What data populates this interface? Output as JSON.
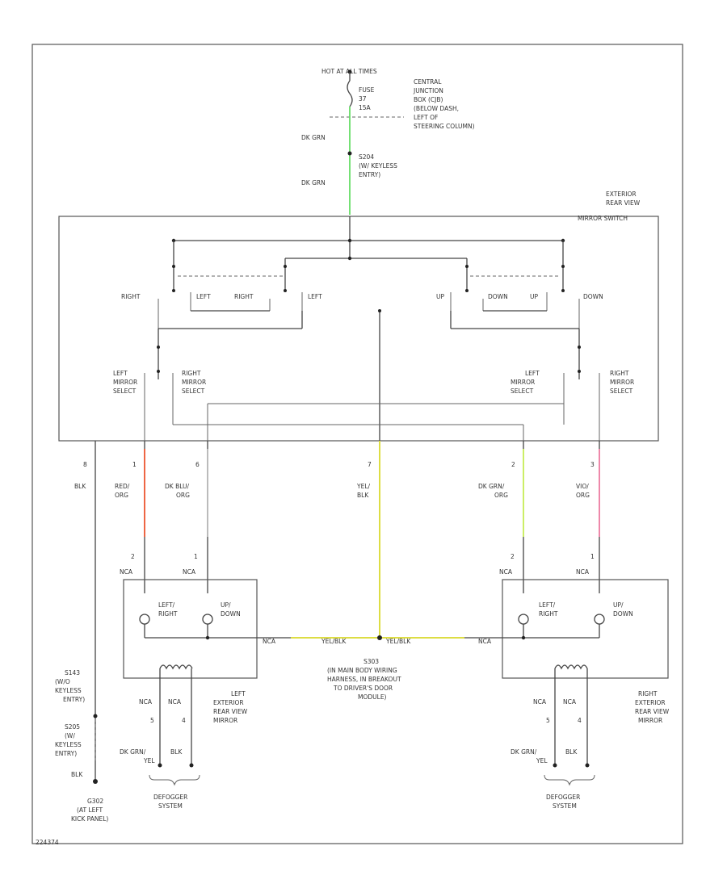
{
  "colors": {
    "wire_default": "#444444",
    "dk_grn": "#66dd66",
    "red_org": "#ee6644",
    "yel_blk": "#dddd44",
    "dk_grn_org": "#ccee66",
    "vio_org": "#ee88aa",
    "dk_blu_org": "#aaaaaa"
  },
  "power": {
    "hot": "HOT AT ALL TIMES",
    "fuse_lines": [
      "FUSE",
      "37",
      "15A"
    ],
    "jbox_lines": [
      "CENTRAL",
      "JUNCTION",
      "BOX (CJB)",
      "(BELOW DASH,",
      "LEFT OF",
      "STEERING COLUMN)"
    ],
    "wire_label": "DK GRN",
    "s_lines": [
      "S204",
      "(W/ KEYLESS",
      "ENTRY)"
    ],
    "wire_label2": "DK GRN"
  },
  "switch": {
    "name_lines": [
      "EXTERIOR",
      "REAR VIEW",
      "MIRROR SWITCH"
    ],
    "labels": {
      "right1": "RIGHT",
      "left1": "LEFT",
      "right2": "RIGHT",
      "left2": "LEFT",
      "up1": "UP",
      "down1": "DOWN",
      "up2": "UP",
      "down2": "DOWN"
    },
    "left_select": [
      "LEFT",
      "MIRROR",
      "SELECT"
    ],
    "right_select": [
      "RIGHT",
      "MIRROR",
      "SELECT"
    ],
    "left_select2": [
      "LEFT",
      "MIRROR",
      "SELECT"
    ],
    "right_select2": [
      "RIGHT",
      "MIRROR",
      "SELECT"
    ]
  },
  "wires": [
    {
      "pin": "8",
      "label": [
        "BLK"
      ]
    },
    {
      "pin": "1",
      "label": [
        "RED/",
        "ORG"
      ]
    },
    {
      "pin": "6",
      "label": [
        "DK BLU/",
        "ORG"
      ]
    },
    {
      "pin": "7",
      "label": [
        "YEL/",
        "BLK"
      ]
    },
    {
      "pin": "2",
      "label": [
        "DK GRN/",
        "ORG"
      ]
    },
    {
      "pin": "3",
      "label": [
        "VIO/",
        "ORG"
      ]
    }
  ],
  "left_mirror": {
    "pins": [
      "2",
      "1"
    ],
    "nca": [
      "NCA",
      "NCA"
    ],
    "motor1": [
      "LEFT/",
      "RIGHT"
    ],
    "motor2": [
      "UP/",
      "DOWN"
    ],
    "title": [
      "LEFT",
      "EXTERIOR",
      "REAR VIEW",
      "MIRROR"
    ],
    "heater_nca": [
      "NCA",
      "NCA"
    ],
    "heater_pins": [
      "5",
      "4"
    ],
    "heater_wires": [
      "DK GRN/",
      "YEL",
      "BLK"
    ],
    "defog": [
      "DEFOGGER",
      "SYSTEM"
    ]
  },
  "right_mirror": {
    "pins": [
      "2",
      "1"
    ],
    "nca": [
      "NCA",
      "NCA"
    ],
    "motor1": [
      "LEFT/",
      "RIGHT"
    ],
    "motor2": [
      "UP/",
      "DOWN"
    ],
    "title": [
      "RIGHT",
      "EXTERIOR",
      "REAR VIEW",
      "MIRROR"
    ],
    "heater_nca": [
      "NCA",
      "NCA"
    ],
    "heater_pins": [
      "5",
      "4"
    ],
    "heater_wires": [
      "DK GRN/",
      "YEL",
      "BLK"
    ],
    "defog": [
      "DEFOGGER",
      "SYSTEM"
    ]
  },
  "splice": {
    "name": [
      "S303",
      "(IN MAIN BODY WIRING",
      "HARNESS, IN BREAKOUT",
      "TO DRIVER'S DOOR",
      "MODULE)"
    ],
    "left_seg": [
      "NCA",
      "YEL/BLK"
    ],
    "right_seg": [
      "YEL/BLK",
      "NCA"
    ]
  },
  "ground": {
    "s1": [
      "S143",
      "(W/O",
      "KEYLESS",
      "ENTRY)"
    ],
    "s2": [
      "S205",
      "(W/",
      "KEYLESS",
      "ENTRY)"
    ],
    "wire": "BLK",
    "g": [
      "G302",
      "(AT LEFT",
      "KICK PANEL)"
    ]
  },
  "code": "224374"
}
